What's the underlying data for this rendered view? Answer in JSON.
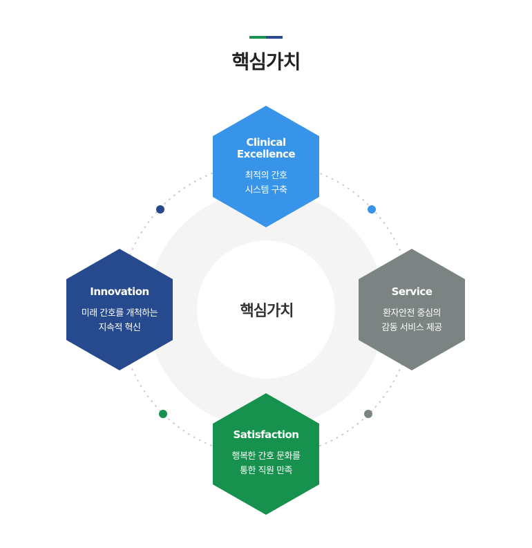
{
  "title": "핵심가치",
  "center_label": "핵심가치",
  "colors": {
    "accent_green": "#1a9150",
    "accent_blue": "#2b4a8c",
    "clinical": "#3794e8",
    "innovation": "#274a8e",
    "service": "#7b8383",
    "satisfaction": "#17914e",
    "ring": "#f4f4f4"
  },
  "values": [
    {
      "key": "clinical",
      "title_line1": "Clinical",
      "title_line2": "Excellence",
      "desc_line1": "최적의 간호",
      "desc_line2": "시스템 구축"
    },
    {
      "key": "innovation",
      "title_line1": "Innovation",
      "desc_line1": "미래 간호를 개척하는",
      "desc_line2": "지속적 혁신"
    },
    {
      "key": "service",
      "title_line1": "Service",
      "desc_line1": "환자안전 중심의",
      "desc_line2": "감동 서비스 제공"
    },
    {
      "key": "satisfaction",
      "title_line1": "Satisfaction",
      "desc_line1": "행복한 간호 문화를",
      "desc_line2": "통한 직원 만족"
    }
  ]
}
